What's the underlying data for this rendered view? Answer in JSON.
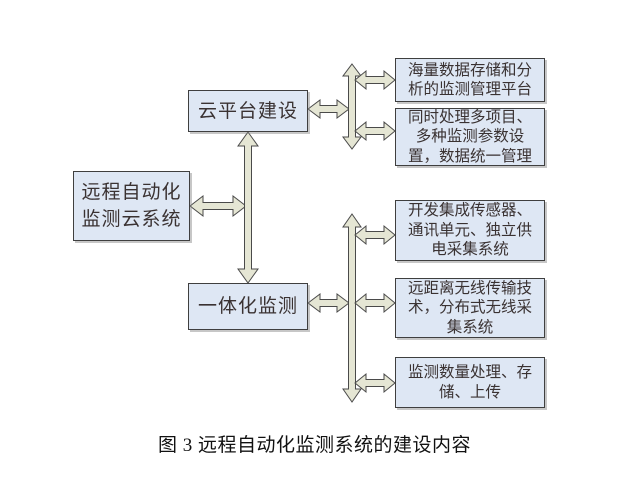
{
  "figure": {
    "caption": "图 3 远程自动化监测系统的建设内容",
    "nodes": {
      "root": "远程自动化\n监测云系统",
      "cloud": "云平台建设",
      "integrated": "一体化监测",
      "cloud_items": [
        "海量数据存储和分\n析的监测管理平台",
        "同时处理多项目、\n多种监测参数设\n置，数据统一管理"
      ],
      "integrated_items": [
        "开发集成传感器、\n通讯单元、独立供\n电采集系统",
        "远距离无线传输技\n术，分布式无线采\n集系统",
        "监测数量处理、存\n储、上传"
      ]
    },
    "colors": {
      "box_fill": "#dee7f4",
      "box_border": "#3f3f3f",
      "arrow_fill": "#e5e6d4",
      "arrow_stroke": "#4a4a4a",
      "background": "#ffffff"
    }
  }
}
